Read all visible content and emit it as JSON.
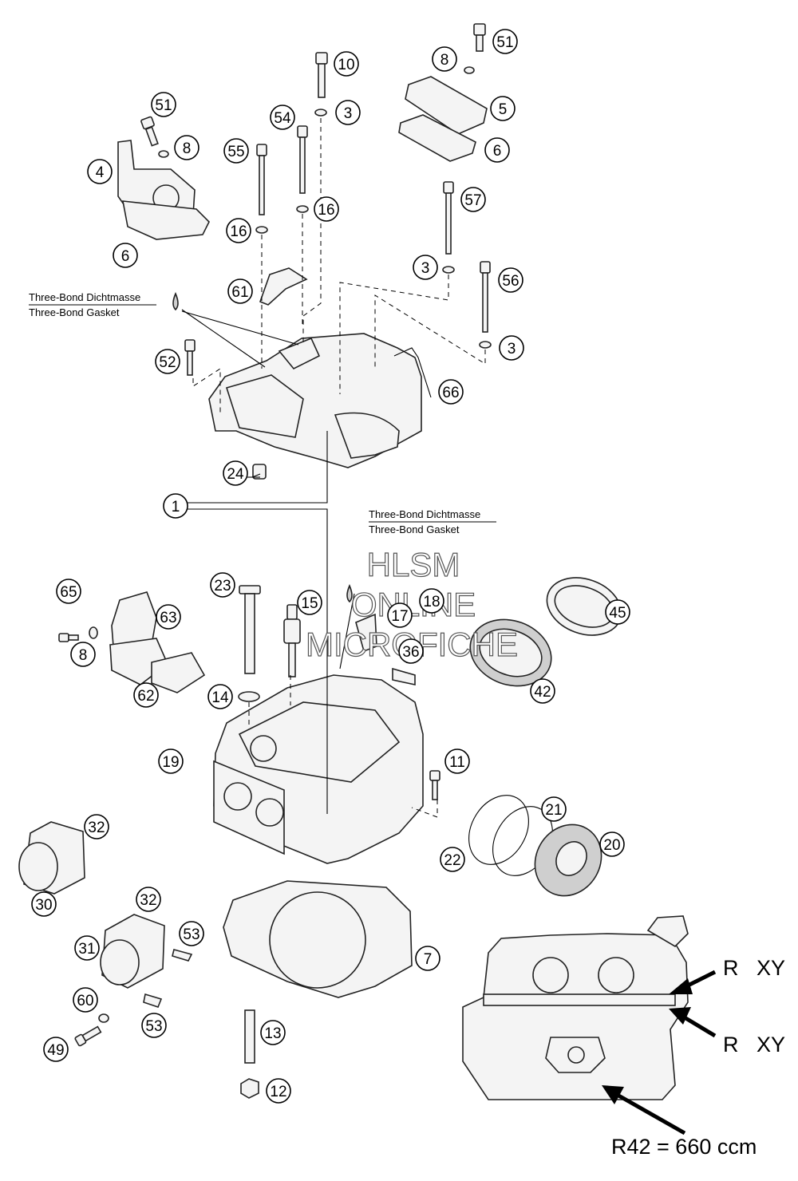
{
  "notes": {
    "top_de": "Three-Bond Dichtmasse",
    "top_en": "Three-Bond Gasket",
    "mid_de": "Three-Bond Dichtmasse",
    "mid_en": "Three-Bond Gasket"
  },
  "watermark": [
    "HLSM",
    "ONLINE",
    "MICROFICHE"
  ],
  "inset": {
    "label_1": "R   XY",
    "label_2": "R   XY",
    "footnote": "R42 = 660 ccm"
  },
  "callouts": [
    {
      "id": "c51a",
      "n": "51"
    },
    {
      "id": "c10",
      "n": "10"
    },
    {
      "id": "c8a",
      "n": "8"
    },
    {
      "id": "c51b",
      "n": "51"
    },
    {
      "id": "c3a",
      "n": "3"
    },
    {
      "id": "c5",
      "n": "5"
    },
    {
      "id": "c54",
      "n": "54"
    },
    {
      "id": "c8b",
      "n": "8"
    },
    {
      "id": "c4",
      "n": "4"
    },
    {
      "id": "c55",
      "n": "55"
    },
    {
      "id": "c6a",
      "n": "6"
    },
    {
      "id": "c16a",
      "n": "16"
    },
    {
      "id": "c16b",
      "n": "16"
    },
    {
      "id": "c57",
      "n": "57"
    },
    {
      "id": "c6b",
      "n": "6"
    },
    {
      "id": "c3b",
      "n": "3"
    },
    {
      "id": "c56",
      "n": "56"
    },
    {
      "id": "c61",
      "n": "61"
    },
    {
      "id": "c3c",
      "n": "3"
    },
    {
      "id": "c52",
      "n": "52"
    },
    {
      "id": "c66",
      "n": "66"
    },
    {
      "id": "c24",
      "n": "24"
    },
    {
      "id": "c1",
      "n": "1"
    },
    {
      "id": "c23",
      "n": "23"
    },
    {
      "id": "c15",
      "n": "15"
    },
    {
      "id": "c65",
      "n": "65"
    },
    {
      "id": "c63",
      "n": "63"
    },
    {
      "id": "c18",
      "n": "18"
    },
    {
      "id": "c17",
      "n": "17"
    },
    {
      "id": "c45",
      "n": "45"
    },
    {
      "id": "c8c",
      "n": "8"
    },
    {
      "id": "c36",
      "n": "36"
    },
    {
      "id": "c62",
      "n": "62"
    },
    {
      "id": "c14",
      "n": "14"
    },
    {
      "id": "c42",
      "n": "42"
    },
    {
      "id": "c19",
      "n": "19"
    },
    {
      "id": "c11",
      "n": "11"
    },
    {
      "id": "c32a",
      "n": "32"
    },
    {
      "id": "c21",
      "n": "21"
    },
    {
      "id": "c20",
      "n": "20"
    },
    {
      "id": "c22",
      "n": "22"
    },
    {
      "id": "c30",
      "n": "30"
    },
    {
      "id": "c32b",
      "n": "32"
    },
    {
      "id": "c53a",
      "n": "53"
    },
    {
      "id": "c31",
      "n": "31"
    },
    {
      "id": "c7",
      "n": "7"
    },
    {
      "id": "c60",
      "n": "60"
    },
    {
      "id": "c53b",
      "n": "53"
    },
    {
      "id": "c13",
      "n": "13"
    },
    {
      "id": "c49",
      "n": "49"
    },
    {
      "id": "c12",
      "n": "12"
    }
  ]
}
